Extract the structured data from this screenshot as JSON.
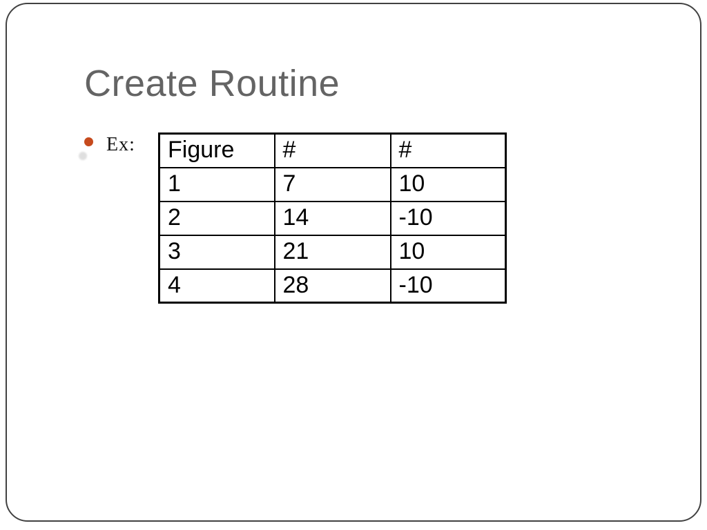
{
  "slide": {
    "title": "Create Routine",
    "bullet_label": "Ex:"
  },
  "table": {
    "headers": [
      "Figure",
      "#",
      "#"
    ],
    "rows": [
      [
        "1",
        "7",
        "10"
      ],
      [
        "2",
        "14",
        "-10"
      ],
      [
        "3",
        "21",
        "10"
      ],
      [
        "4",
        "28",
        "-10"
      ]
    ]
  },
  "colors": {
    "title_text": "#646464",
    "bullet": "#c64a1d",
    "bullet_shadow": "#dadada",
    "slide_border": "#414141",
    "table_border": "#000000"
  }
}
